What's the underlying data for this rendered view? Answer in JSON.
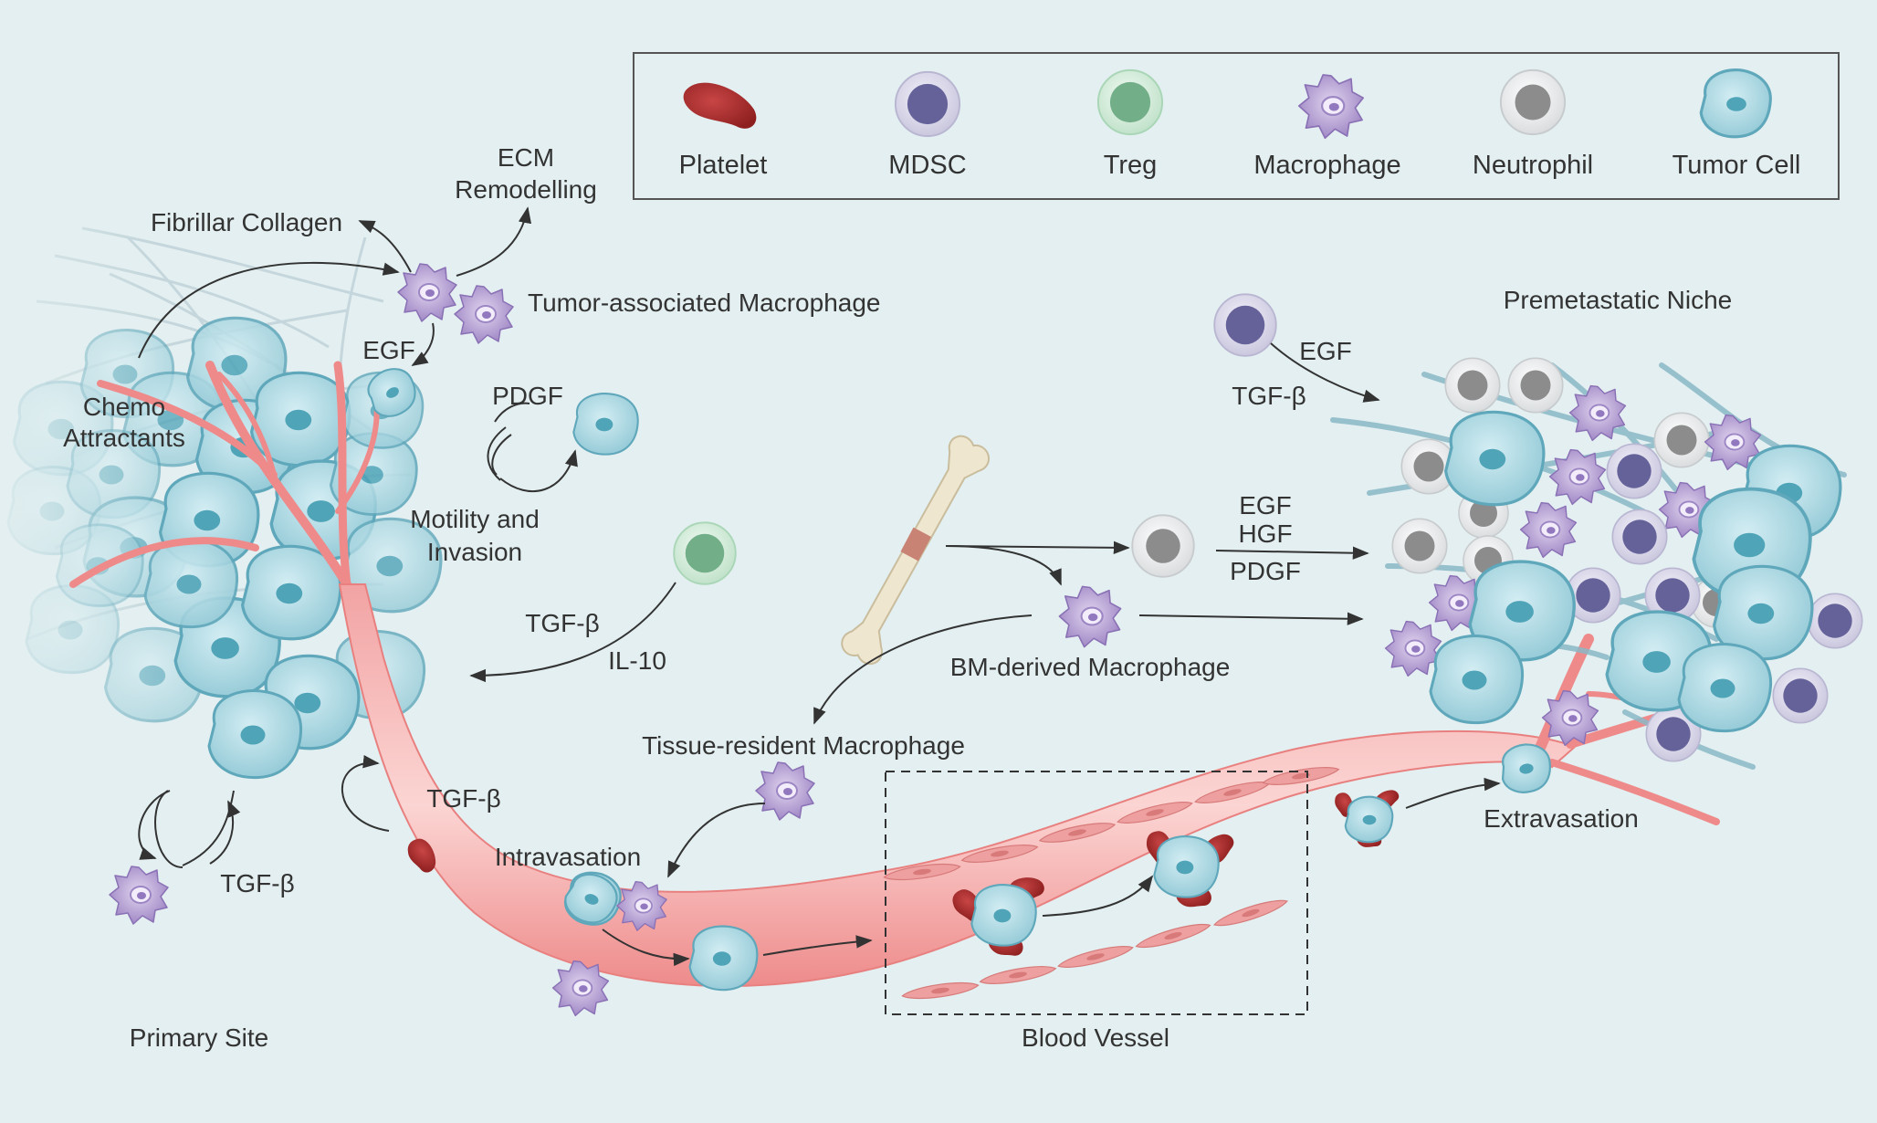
{
  "legend": {
    "items": [
      {
        "label": "Platelet",
        "icon": "platelet-icon"
      },
      {
        "label": "MDSC",
        "icon": "mdsc-icon"
      },
      {
        "label": "Treg",
        "icon": "treg-icon"
      },
      {
        "label": "Macrophage",
        "icon": "macrophage-icon"
      },
      {
        "label": "Neutrophil",
        "icon": "neutrophil-icon"
      },
      {
        "label": "Tumor Cell",
        "icon": "tumor-cell-icon"
      }
    ]
  },
  "labels": {
    "ecm_1": "ECM",
    "ecm_2": "Remodelling",
    "fibrillar_collagen": "Fibrillar Collagen",
    "tam": "Tumor-associated Macrophage",
    "egf_primary": "EGF",
    "chemo_1": "Chemo",
    "chemo_2": "Attractants",
    "pdgf_primary": "PDGF",
    "motility_1": "Motility and",
    "motility_2": "Invasion",
    "tgfb_treg": "TGF-β",
    "il10": "IL-10",
    "tgfb_vessel": "TGF-β",
    "tgfb_loop": "TGF-β",
    "primary_site": "Primary Site",
    "intravasation": "Intravasation",
    "tissue_resident": "Tissue-resident  Macrophage",
    "bm_derived": "BM-derived Macrophage",
    "egf_bm": "EGF",
    "hgf_bm": "HGF",
    "pdgf_bm": "PDGF",
    "premetastatic_niche": "Premetastatic Niche",
    "egf_niche": "EGF",
    "tgfb_niche": "TGF-β",
    "extravasation": "Extravasation",
    "blood_vessel": "Blood Vessel"
  },
  "colors": {
    "background": "#e3eff0",
    "tumor_fill": "#a9d7e1",
    "tumor_stroke": "#5da9bd",
    "vessel": "#ef8c8c",
    "platelet": "#a32a2a",
    "macrophage": "#b19bd0",
    "mdsc_core": "#6d6a9c",
    "treg_core": "#7bb591",
    "neutrophil_core": "#8e8e8e"
  }
}
